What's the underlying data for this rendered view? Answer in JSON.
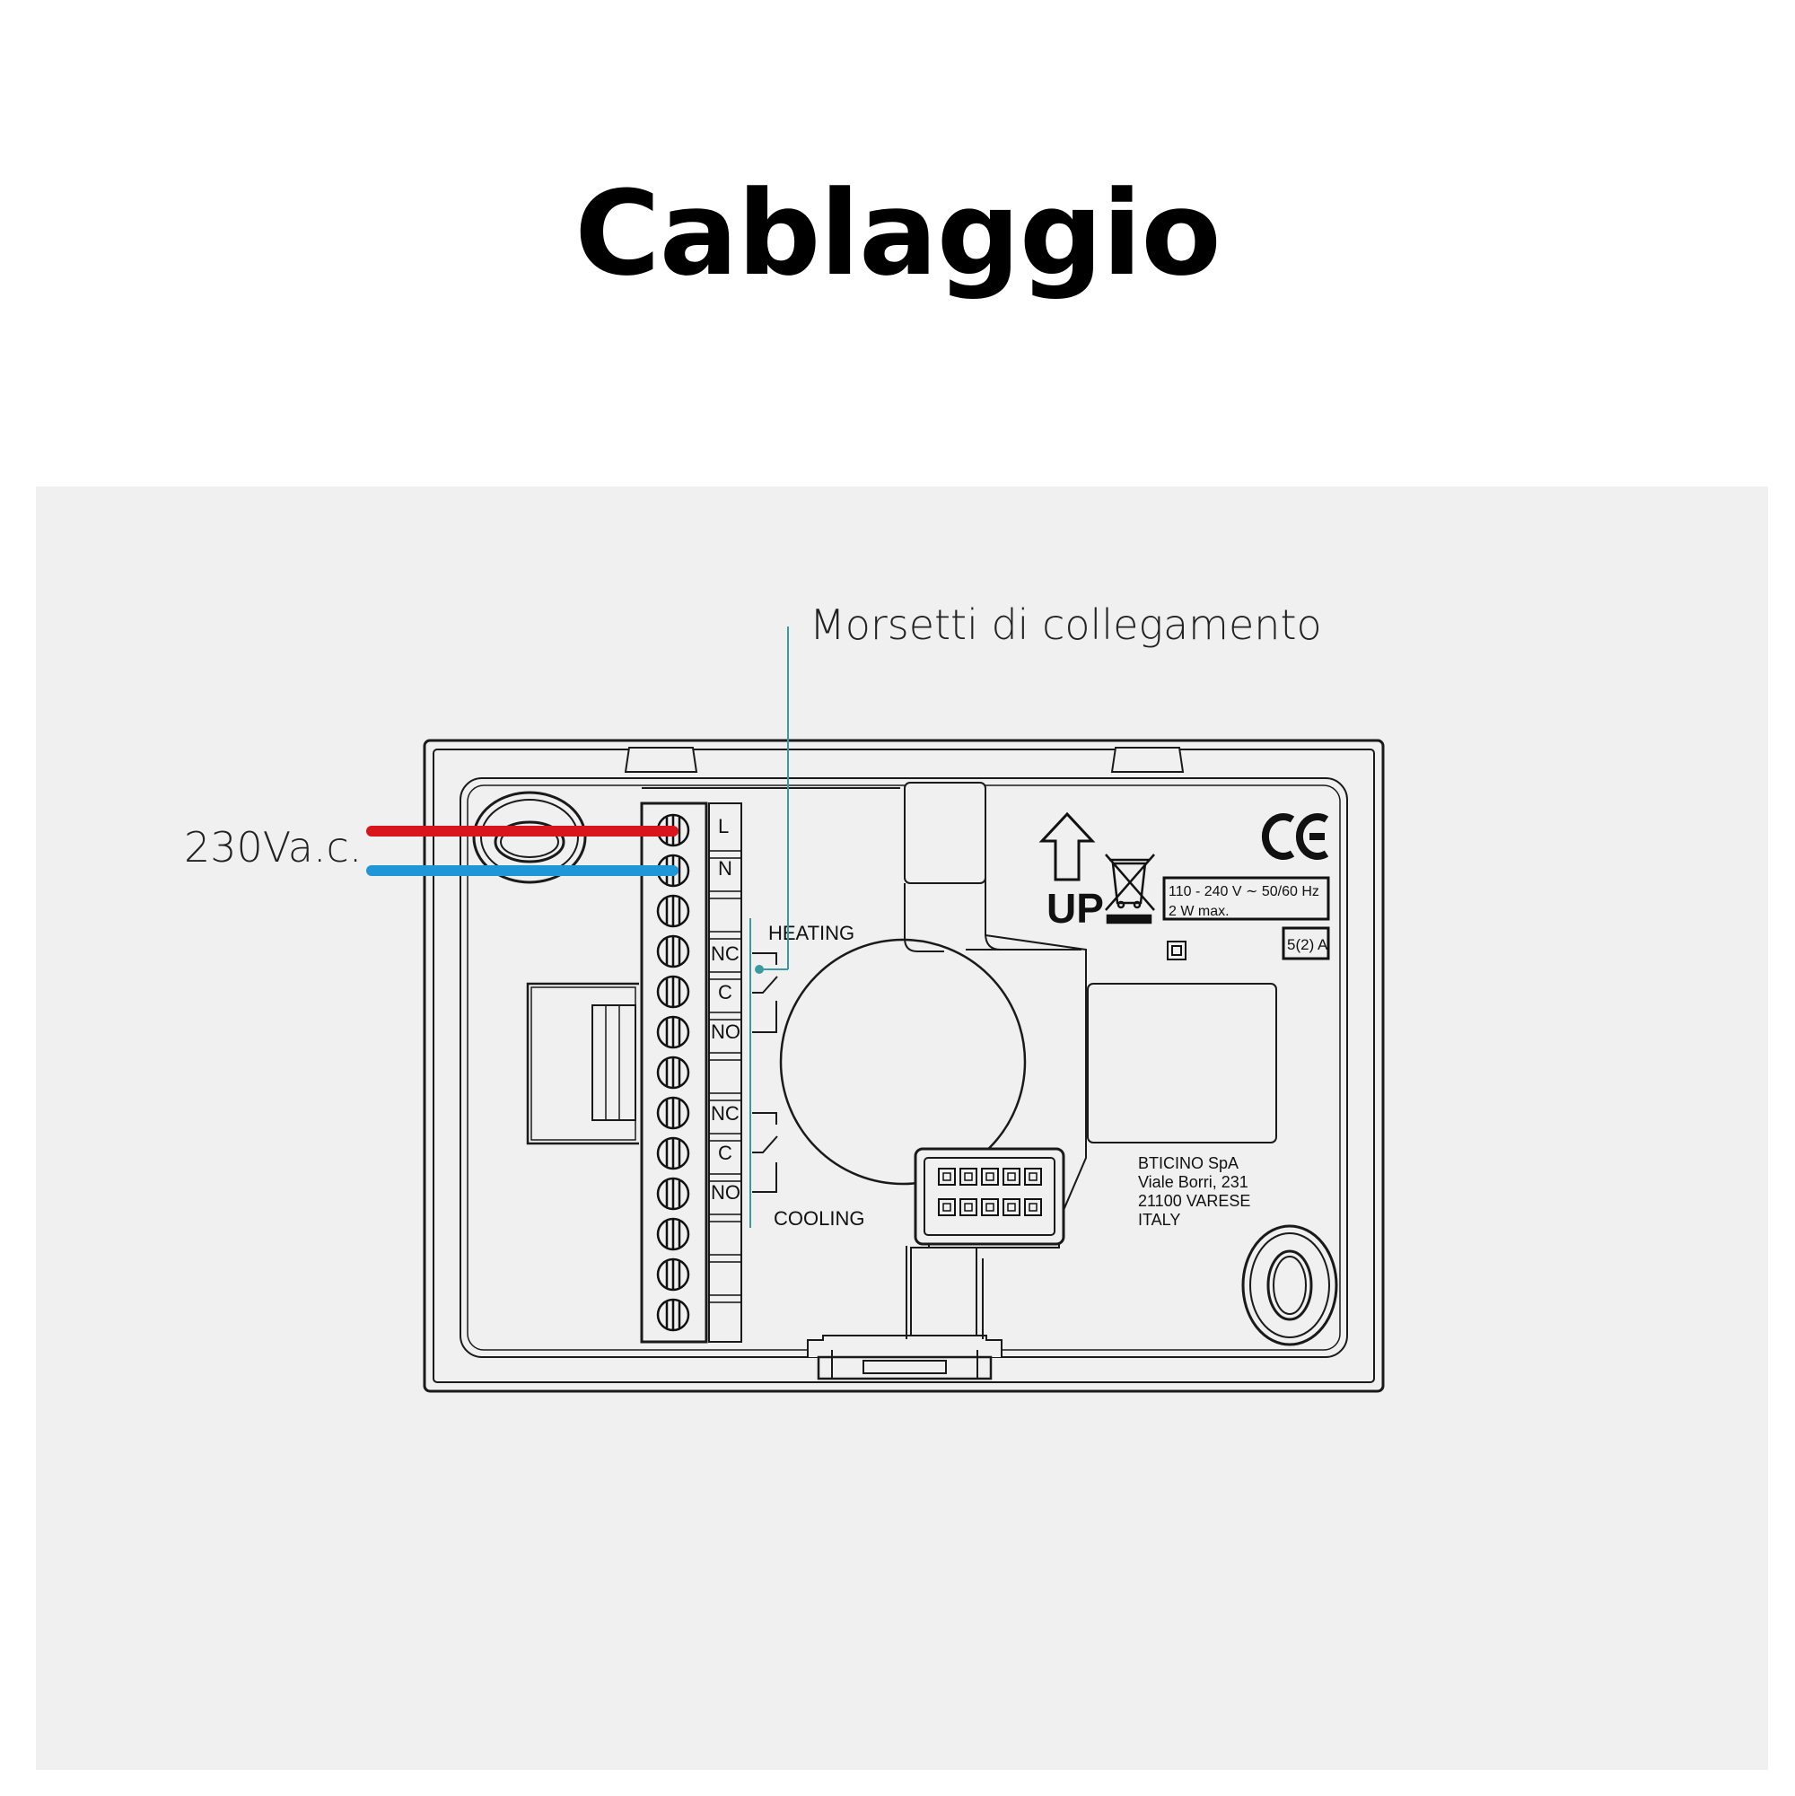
{
  "title": "Cablaggio",
  "callout": "Morsetti di collegamento",
  "supply_label": "230Va.c.",
  "terminals": [
    "L",
    "N",
    "NC",
    "C",
    "NO",
    "NC",
    "C",
    "NO"
  ],
  "groups": {
    "heating": "HEATING",
    "cooling": "COOLING"
  },
  "up_label": "UP",
  "ce_mark": "CE",
  "rating": {
    "line1": "110 - 240 V ∼ 50/60 Hz",
    "line2": "2 W max."
  },
  "relay": "5(2) A",
  "manufacturer": [
    "BTICINO SpA",
    "Viale Borri, 231",
    "21100 VARESE",
    "ITALY"
  ],
  "colors": {
    "live_wire": "#d8141c",
    "neutral_wire": "#1e96d8",
    "callout_line": "#3b9aa0",
    "panel_bg": "#f0f0f0"
  },
  "icons": [
    "arrow-up-icon",
    "crossed-bin-icon",
    "double-insulation-icon",
    "screw-icon"
  ]
}
